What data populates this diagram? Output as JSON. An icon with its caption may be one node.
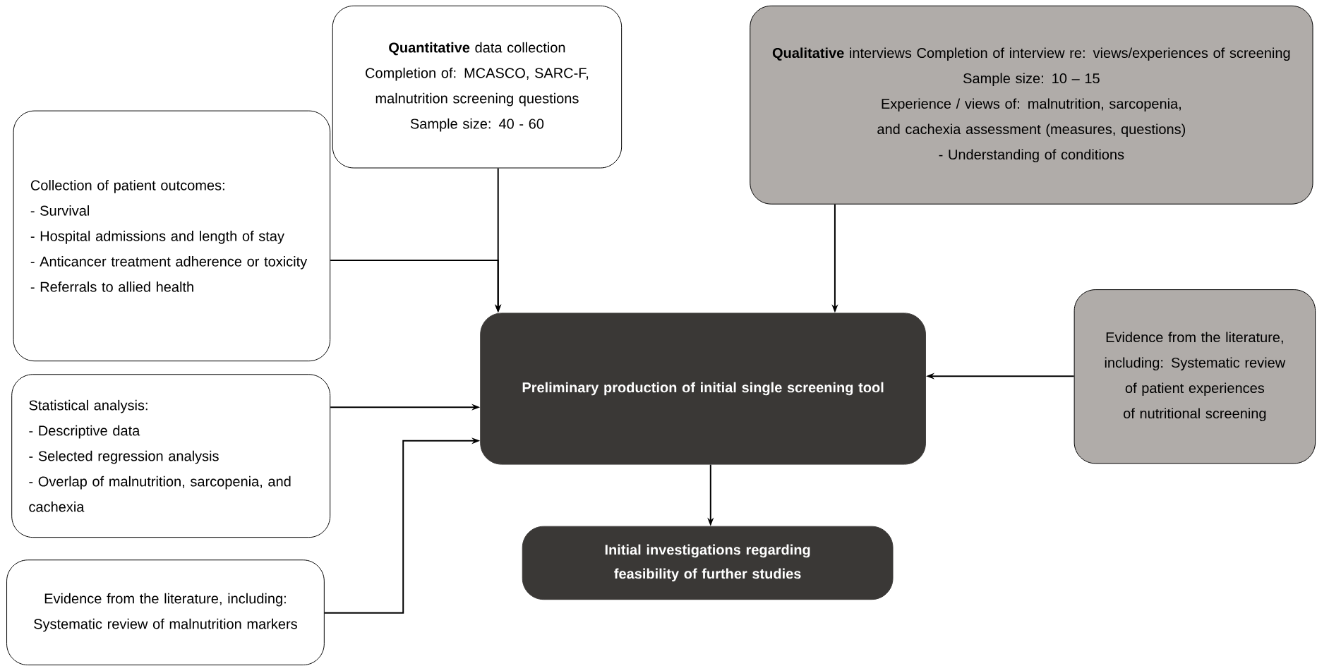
{
  "diagram": {
    "nodes": [
      {
        "text": [
          "**Quantitative** data collection",
          "Completion of: MCASCO, SARC-F, malnutrition screening questions",
          "Sample size: 40 - 60"
        ]
      },
      {
        "text": [
          "**Qualitative** interviews Completion of interview re: views/experiences of screening",
          "Sample size: 10 – 15",
          "Experience / views of: malnutrition, sarcopenia, and cachexia assessment (measures, questions)",
          "- Understanding of conditions"
        ]
      },
      {
        "text": [
          "Collection of patient outcomes:",
          "- Survival",
          "- Hospital admissions and length of stay",
          "- Anticancer treatment adherence or toxicity",
          "- Referrals to allied health"
        ]
      },
      {
        "text": [
          "Preliminary production of initial single screening tool"
        ]
      },
      {
        "text": [
          "Evidence from the literature, including: Systematic review of patient experiences of nutritional screening"
        ]
      },
      {
        "text": [
          "Statistical analysis:",
          "- Descriptive data",
          "- Selected regression analysis",
          "- Overlap of malnutrition, sarcopenia, and cachexia"
        ]
      },
      {
        "text": [
          "Initial investigations regarding feasibility of further studies"
        ]
      },
      {
        "text": [
          "Evidence from the literature, including: Systematic review of malnutrition markers"
        ]
      }
    ],
    "edges": [
      {
        "from": 0,
        "to": 3,
        "arrow": "to"
      },
      {
        "from": 2,
        "to": 3,
        "arrow": "to"
      },
      {
        "from": 1,
        "to": 3,
        "arrow": "to"
      },
      {
        "from": 4,
        "to": 3,
        "arrow": "to"
      },
      {
        "from": 5,
        "to": 3,
        "arrow": "to"
      },
      {
        "from": 7,
        "to": 3,
        "arrow": "to"
      },
      {
        "from": 3,
        "to": 6,
        "arrow": "to"
      }
    ]
  }
}
